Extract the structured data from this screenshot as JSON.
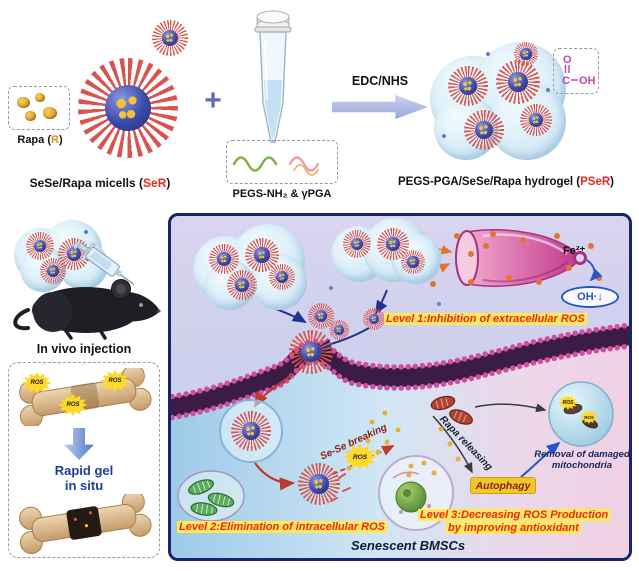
{
  "colors": {
    "accent_red": "#e8281e",
    "highlight_yellow": "#ffe95a",
    "panel_border": "#16246b",
    "membrane_purple": "#3a1c44",
    "micelle_core_blue": "#2b3990",
    "micelle_spike_red": "#d9534f",
    "hydrogel_blue": "#d6ecf7",
    "fe_dot_orange": "#e0762e",
    "rapa_gold": "#e2b23c"
  },
  "top": {
    "rapa_caption_pre": "Rapa (",
    "rapa_caption_r": "R",
    "rapa_caption_post": ")",
    "micelle_caption_pre": "SeSe/Rapa micells (",
    "micelle_caption_accent": "SeR",
    "micelle_caption_post": ")",
    "plus": "+",
    "polymer_caption": "PEGS-NH₂ & γPGA",
    "reaction_label": "EDC/NHS",
    "hydrogel_caption_pre": "PEGS-PGA/SeSe/Rapa hydrogel (",
    "hydrogel_caption_accent": "PSeR",
    "hydrogel_caption_post": ")",
    "cooh_o": "O",
    "cooh_c": "C",
    "cooh_oh": "OH"
  },
  "left": {
    "injection_caption": "In vivo injection",
    "ros": "ROS",
    "gel_caption_line1": "Rapid gel",
    "gel_caption_line2": "in situ"
  },
  "panel": {
    "fe_label": "Fe²⁺",
    "oh_label": "OH·↓",
    "level1": "Level 1:Inhibition of extracellular ROS",
    "level2": "Level 2:Elimination of intracellular ROS",
    "level3_line1": "Level 3:Decreasing ROS Production",
    "level3_line2": "by improving antioxidant",
    "se_se_breaking": "Se-Se breaking",
    "rapa_releasing": "Rapa releasing",
    "autophagy": "Autophagy",
    "removal_line1": "Removal of damaged",
    "removal_line2": "mitochondria",
    "ros": "ROS",
    "cell_caption": "Senescent BMSCs"
  }
}
